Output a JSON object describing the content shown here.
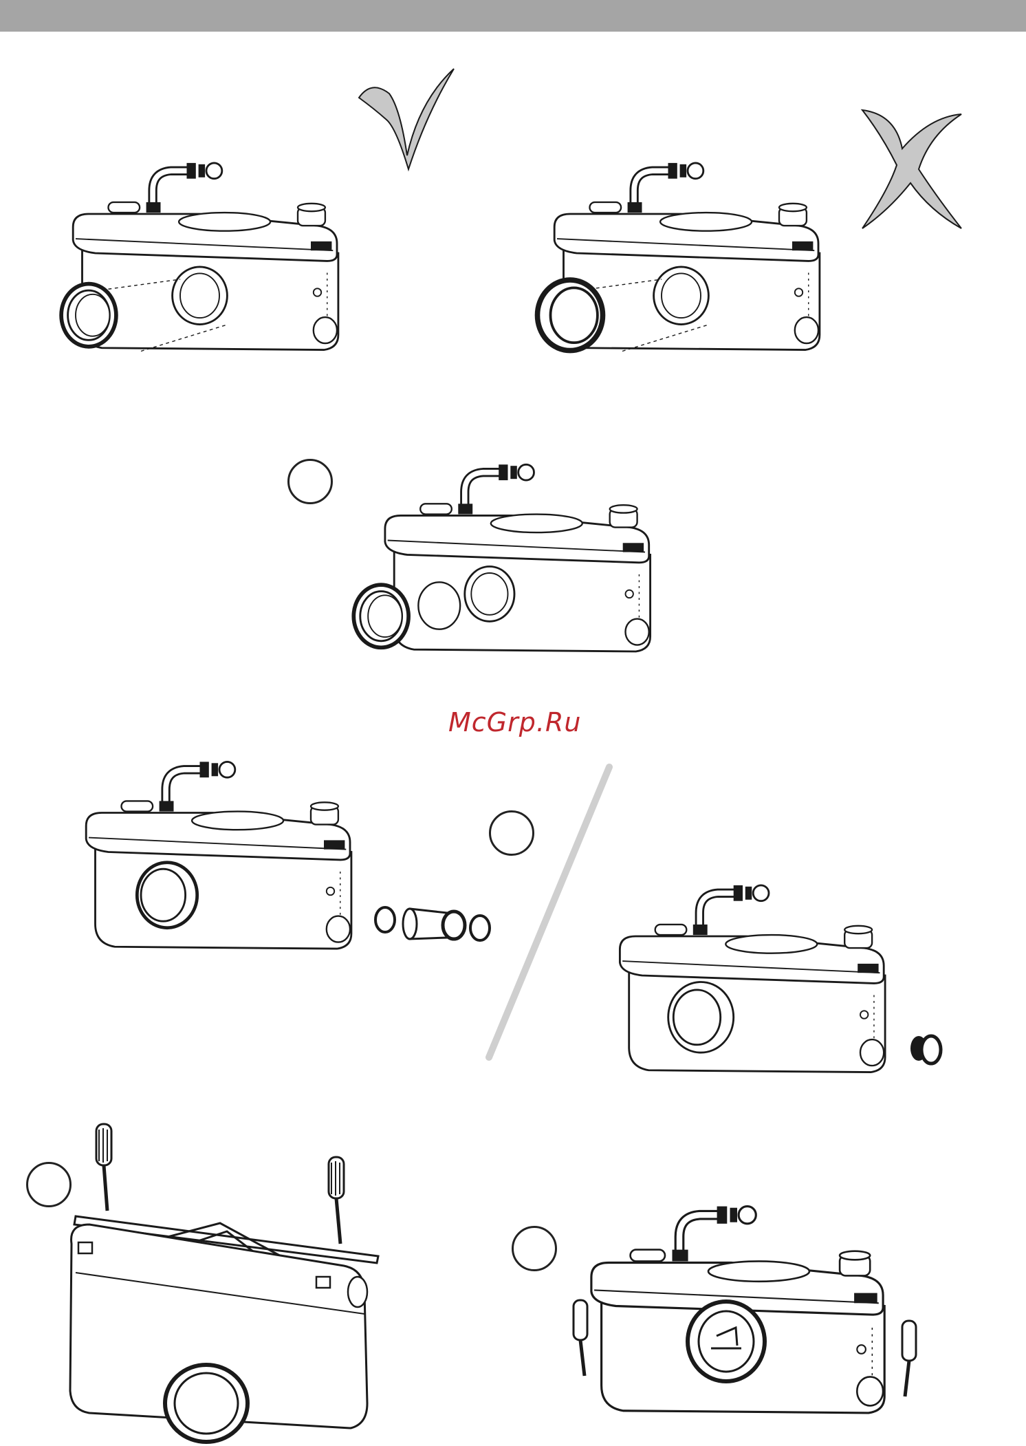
{
  "page": {
    "header_bar_color": "#a5a5a5",
    "watermark": {
      "text": "McGrp.Ru",
      "color": "#c0272d"
    }
  },
  "figures": [
    {
      "id": "fig-correct",
      "indicator": "check-mark-icon"
    },
    {
      "id": "fig-incorrect",
      "indicator": "cross-mark-icon"
    },
    {
      "id": "fig-step-remove-cap",
      "step_marker": "step-circle"
    },
    {
      "id": "fig-step-side-inlet",
      "step_marker": "step-circle"
    },
    {
      "id": "fig-step-alt-inlet",
      "step_marker": "none"
    },
    {
      "id": "fig-step-fix-bracket",
      "step_marker": "step-circle"
    },
    {
      "id": "fig-step-mount",
      "step_marker": "step-circle"
    }
  ],
  "colors": {
    "line": "#1a1a1a",
    "divider": "#cfcfcf",
    "mark_fill": "#c8c8c8"
  }
}
